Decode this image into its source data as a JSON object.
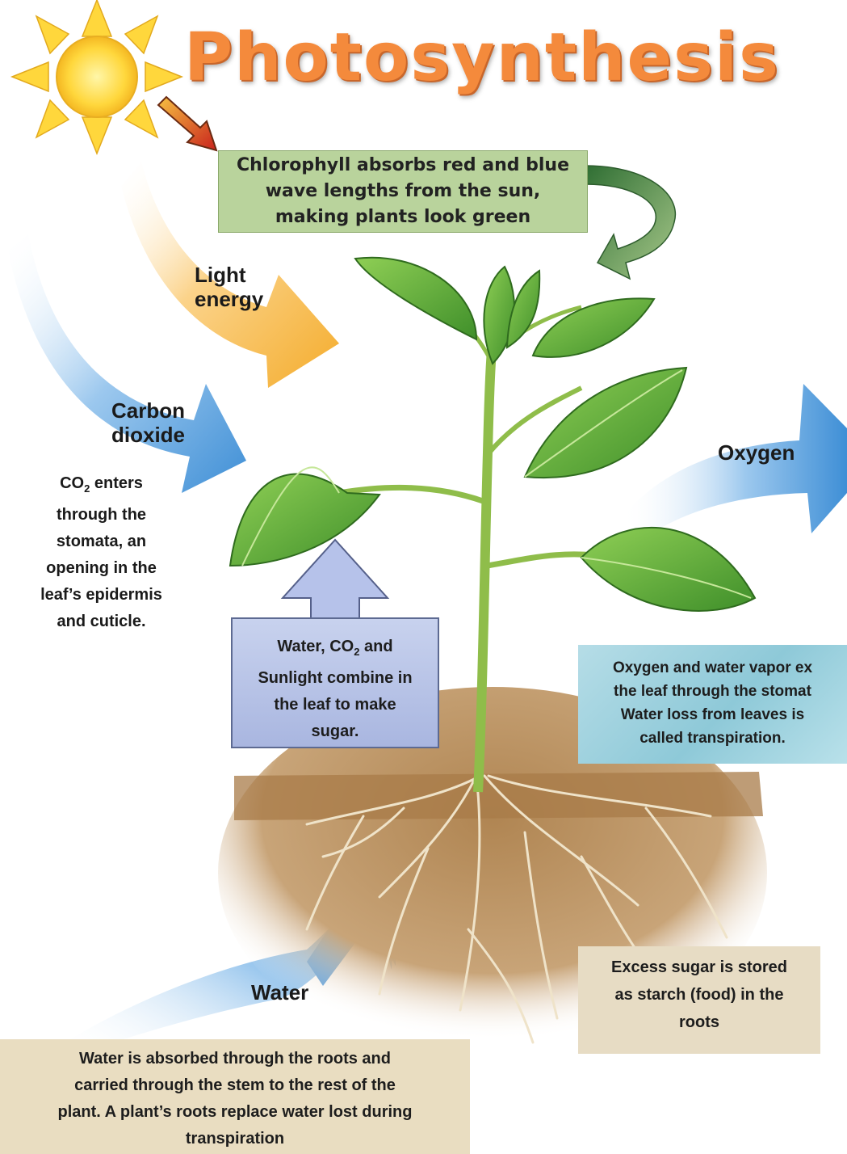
{
  "title": "Photosynthesis",
  "labels": {
    "light_energy": [
      "Light",
      "energy"
    ],
    "carbon_dioxide": [
      "Carbon",
      "dioxide"
    ],
    "oxygen": "Oxygen",
    "water": "Water"
  },
  "co2_note": {
    "line1_prefix": "CO",
    "line1_sub": "2",
    "line1_suffix": " enters",
    "lines": [
      "through the",
      "stomata, an",
      "opening in the",
      "leaf’s epidermis",
      "and cuticle."
    ]
  },
  "chlorophyll_box": [
    "Chlorophyll absorbs red and blue",
    "wave lengths from the sun,",
    "making plants look green"
  ],
  "combine_box": {
    "line1_prefix": "Water, CO",
    "line1_sub": "2",
    "line1_suffix": " and",
    "lines": [
      "Sunlight combine in",
      "the leaf to make",
      "sugar."
    ]
  },
  "oxygen_box": [
    "Oxygen and water vapor ex",
    "the leaf through the stomat",
    "Water loss from leaves is",
    "called transpiration."
  ],
  "starch_box": [
    "Excess sugar is stored",
    "as starch (food) in the",
    "roots"
  ],
  "water_box": [
    "Water is absorbed through the roots and",
    "carried through the stem to the rest of the",
    "plant.  A plant’s roots replace water lost during",
    "transpiration"
  ],
  "colors": {
    "title": "#f48a3c",
    "sun": "#ffd43a",
    "light_arrow": "#f6b63f",
    "blue_arrow": "#5aa0dc",
    "leaf": "#5aa632",
    "soil": "#b89062",
    "green_box": "#b9d39c",
    "blue_box": "#b3bfe6"
  },
  "icons": [
    "sun-icon",
    "red-arrow-icon",
    "curved-green-arrow-icon",
    "up-arrow-icon",
    "plant-icon"
  ]
}
